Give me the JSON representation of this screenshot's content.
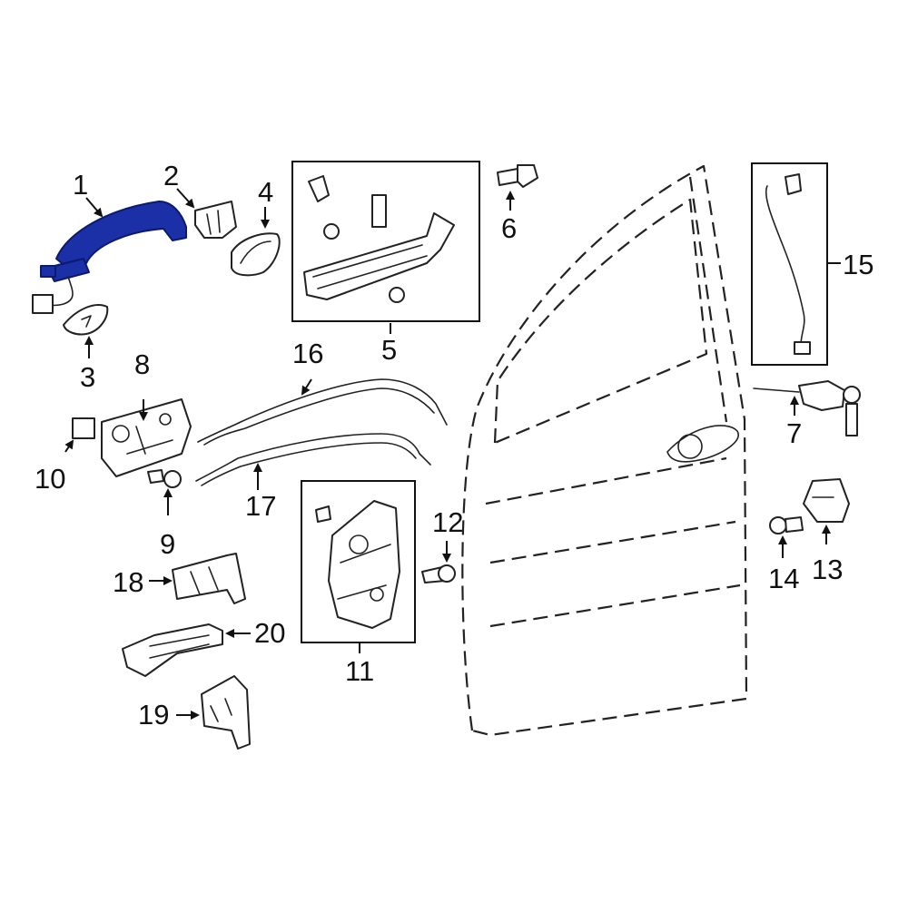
{
  "diagram": {
    "highlight_color": "#1b2fa6",
    "line_color": "#222222",
    "background": "#ffffff",
    "callouts": [
      {
        "id": "c1",
        "label": "1"
      },
      {
        "id": "c2",
        "label": "2"
      },
      {
        "id": "c3",
        "label": "3"
      },
      {
        "id": "c4",
        "label": "4"
      },
      {
        "id": "c5",
        "label": "5"
      },
      {
        "id": "c6",
        "label": "6"
      },
      {
        "id": "c7",
        "label": "7"
      },
      {
        "id": "c8",
        "label": "8"
      },
      {
        "id": "c9",
        "label": "9"
      },
      {
        "id": "c10",
        "label": "10"
      },
      {
        "id": "c11",
        "label": "11"
      },
      {
        "id": "c12",
        "label": "12"
      },
      {
        "id": "c13",
        "label": "13"
      },
      {
        "id": "c14",
        "label": "14"
      },
      {
        "id": "c15",
        "label": "15"
      },
      {
        "id": "c16",
        "label": "16"
      },
      {
        "id": "c17",
        "label": "17"
      },
      {
        "id": "c18",
        "label": "18"
      },
      {
        "id": "c19",
        "label": "19"
      },
      {
        "id": "c20",
        "label": "20"
      }
    ]
  }
}
